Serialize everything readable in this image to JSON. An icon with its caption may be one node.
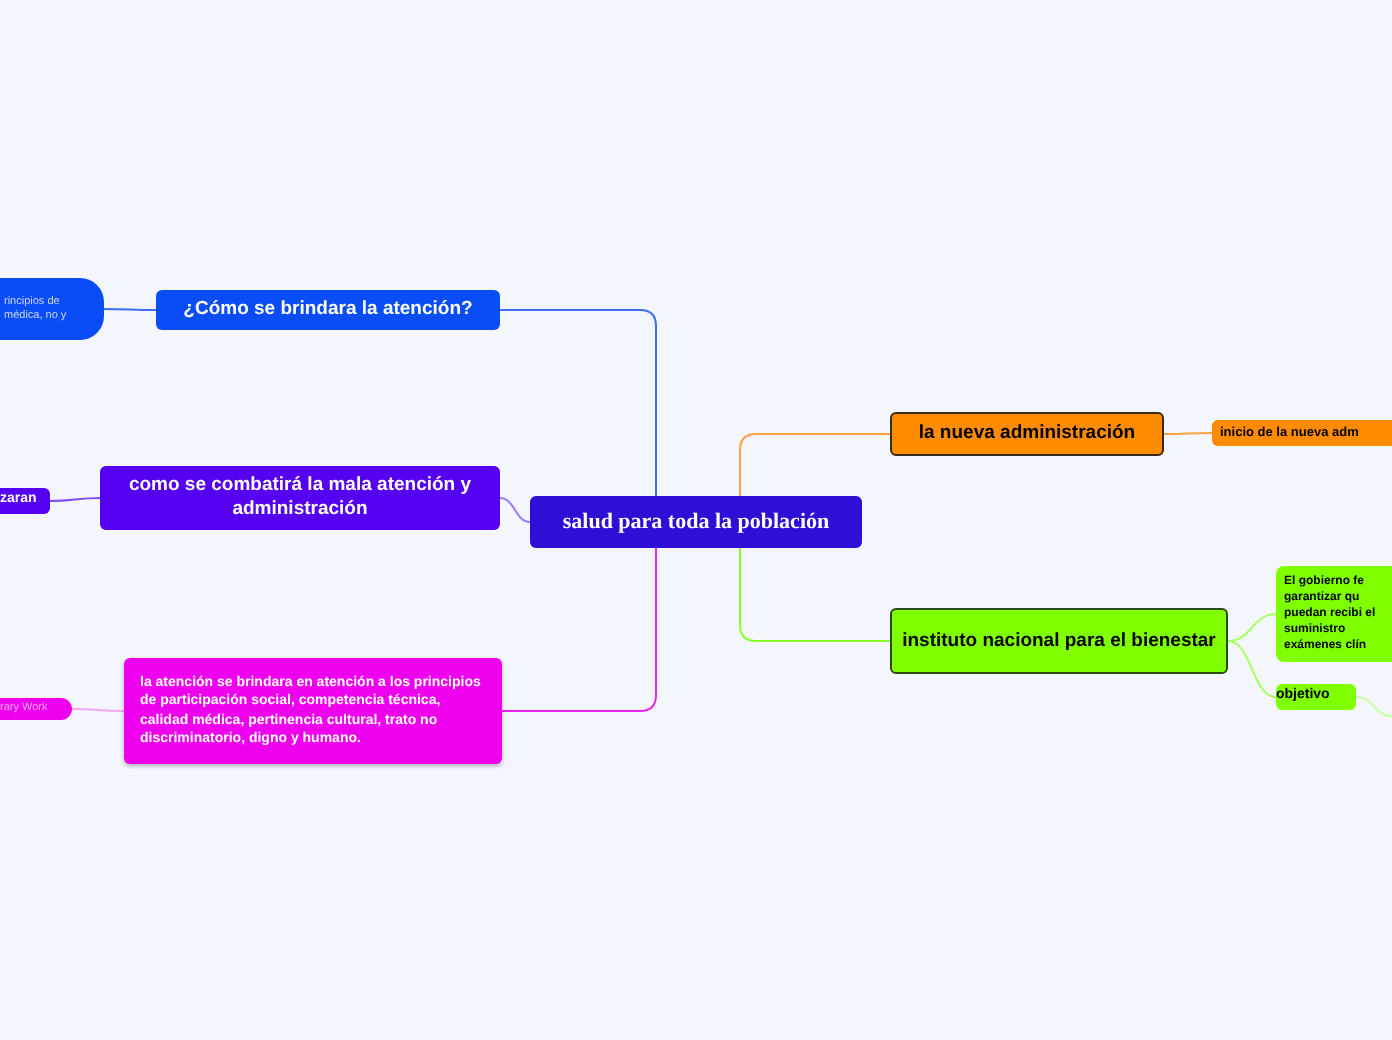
{
  "diagram": {
    "nodes": [
      {
        "text": [
          "salud para toda la población"
        ]
      },
      {
        "text": [
          "¿Cómo se brindara la atención?"
        ]
      },
      {
        "text": [
          "rincipios de médica, no y"
        ]
      },
      {
        "text": [
          "como se combatirá la mala atención y administración"
        ]
      },
      {
        "text": [
          "zaran"
        ]
      },
      {
        "text": [
          "la atención se brindara en atención a los principios de participación social, competencia técnica, calidad médica, pertinencia cultural, trato no discriminatorio, digno y humano."
        ]
      },
      {
        "text": [
          "rary Work"
        ]
      },
      {
        "text": [
          "la nueva administración"
        ]
      },
      {
        "text": [
          "inicio de la nueva adm"
        ]
      },
      {
        "text": [
          "instituto nacional para el bienestar"
        ]
      },
      {
        "text": [
          "El gobierno fe garantizar qu puedan recibi el suministro exámenes clín"
        ]
      },
      {
        "text": [
          "objetivo"
        ]
      }
    ],
    "edges": [
      {
        "from": 0,
        "to": 1,
        "arrow": "none",
        "color": "#3f6ef5"
      },
      {
        "from": 1,
        "to": 2,
        "arrow": "none",
        "color": "#3f6ef5"
      },
      {
        "from": 0,
        "to": 3,
        "arrow": "none",
        "color": "#9b7cf7"
      },
      {
        "from": 3,
        "to": 4,
        "arrow": "none",
        "color": "#7c4df5"
      },
      {
        "from": 0,
        "to": 5,
        "arrow": "none",
        "color": "#ee22ee"
      },
      {
        "from": 5,
        "to": 6,
        "arrow": "none",
        "color": "#f3a6f3"
      },
      {
        "from": 0,
        "to": 7,
        "arrow": "none",
        "color": "#ffa040"
      },
      {
        "from": 7,
        "to": 8,
        "arrow": "none",
        "color": "#ffa040"
      },
      {
        "from": 0,
        "to": 9,
        "arrow": "none",
        "color": "#88ff22"
      },
      {
        "from": 9,
        "to": 10,
        "arrow": "none",
        "color": "#a8ff60"
      },
      {
        "from": 9,
        "to": 11,
        "arrow": "none",
        "color": "#a8ff60"
      },
      {
        "from": 11,
        "to": null,
        "arrow": "none",
        "color": "#c8ffa0"
      }
    ]
  }
}
